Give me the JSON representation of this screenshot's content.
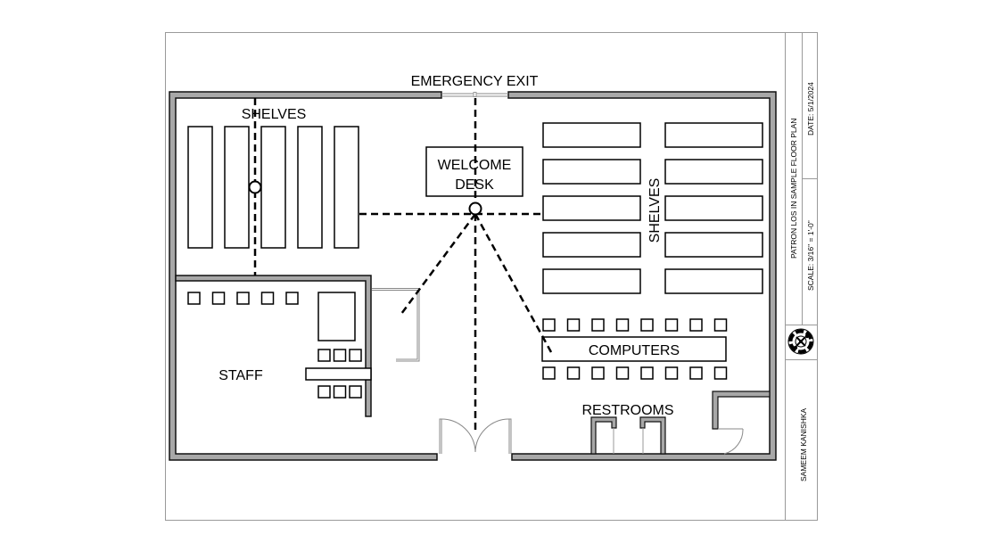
{
  "drawing": {
    "labels": {
      "emergency_exit": "EMERGENCY EXIT",
      "shelves_left": "SHELVES",
      "shelves_right": "SHELVES",
      "welcome_desk_line1": "WELCOME",
      "welcome_desk_line2": "DESK",
      "staff": "STAFF",
      "computers": "COMPUTERS",
      "restrooms": "RESTROOMS"
    },
    "counts": {
      "left_shelves": 5,
      "right_shelf_rows": 5,
      "right_shelf_columns": 2,
      "staff_top_chairs": 5,
      "staff_desk_chairs_per_side": 3,
      "computer_chairs_per_side": 8,
      "restroom_stalls": 2
    },
    "colors": {
      "wall_fill": "#a8a8a8",
      "wall_stroke": "#111111",
      "line": "#000000",
      "door": "#888888",
      "border": "#9a9a9a"
    }
  },
  "title_block": {
    "title": "PATRON LOS IN SAMPLE FLOOR PLAN",
    "date": "DATE: 5/1/2024",
    "scale": "SCALE: 3/16\" = 1'-0\"",
    "author": "SAMEEM KANISHKA",
    "logo": "circular-emblem-icon"
  }
}
